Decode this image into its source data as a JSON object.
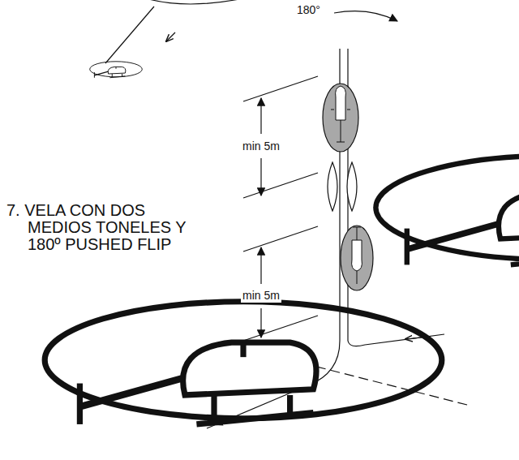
{
  "diagram": {
    "title": "7. VELA CON DOS MEDIOS TONELES Y 180º PUSHED FLIP",
    "labels": [
      "180°",
      "min 5m",
      "min 5m"
    ]
  }
}
